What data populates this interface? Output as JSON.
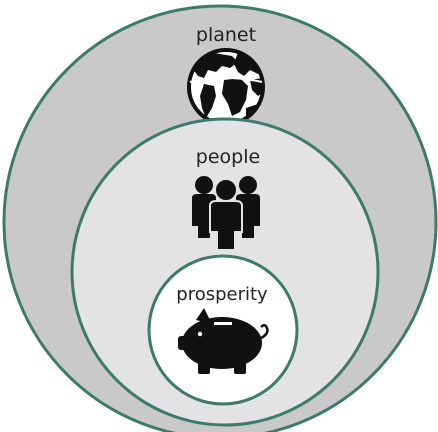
{
  "diagram": {
    "rings": [
      {
        "label": "planet",
        "icon": "globe-icon",
        "fill": "#c9c9c9",
        "stroke": "#3e7a6a"
      },
      {
        "label": "people",
        "icon": "people-group-icon",
        "fill": "#e3e3e5",
        "stroke": "#3e7a6a"
      },
      {
        "label": "prosperity",
        "icon": "piggy-bank-icon",
        "fill": "#ffffff",
        "stroke": "#3e7a6a"
      }
    ]
  }
}
